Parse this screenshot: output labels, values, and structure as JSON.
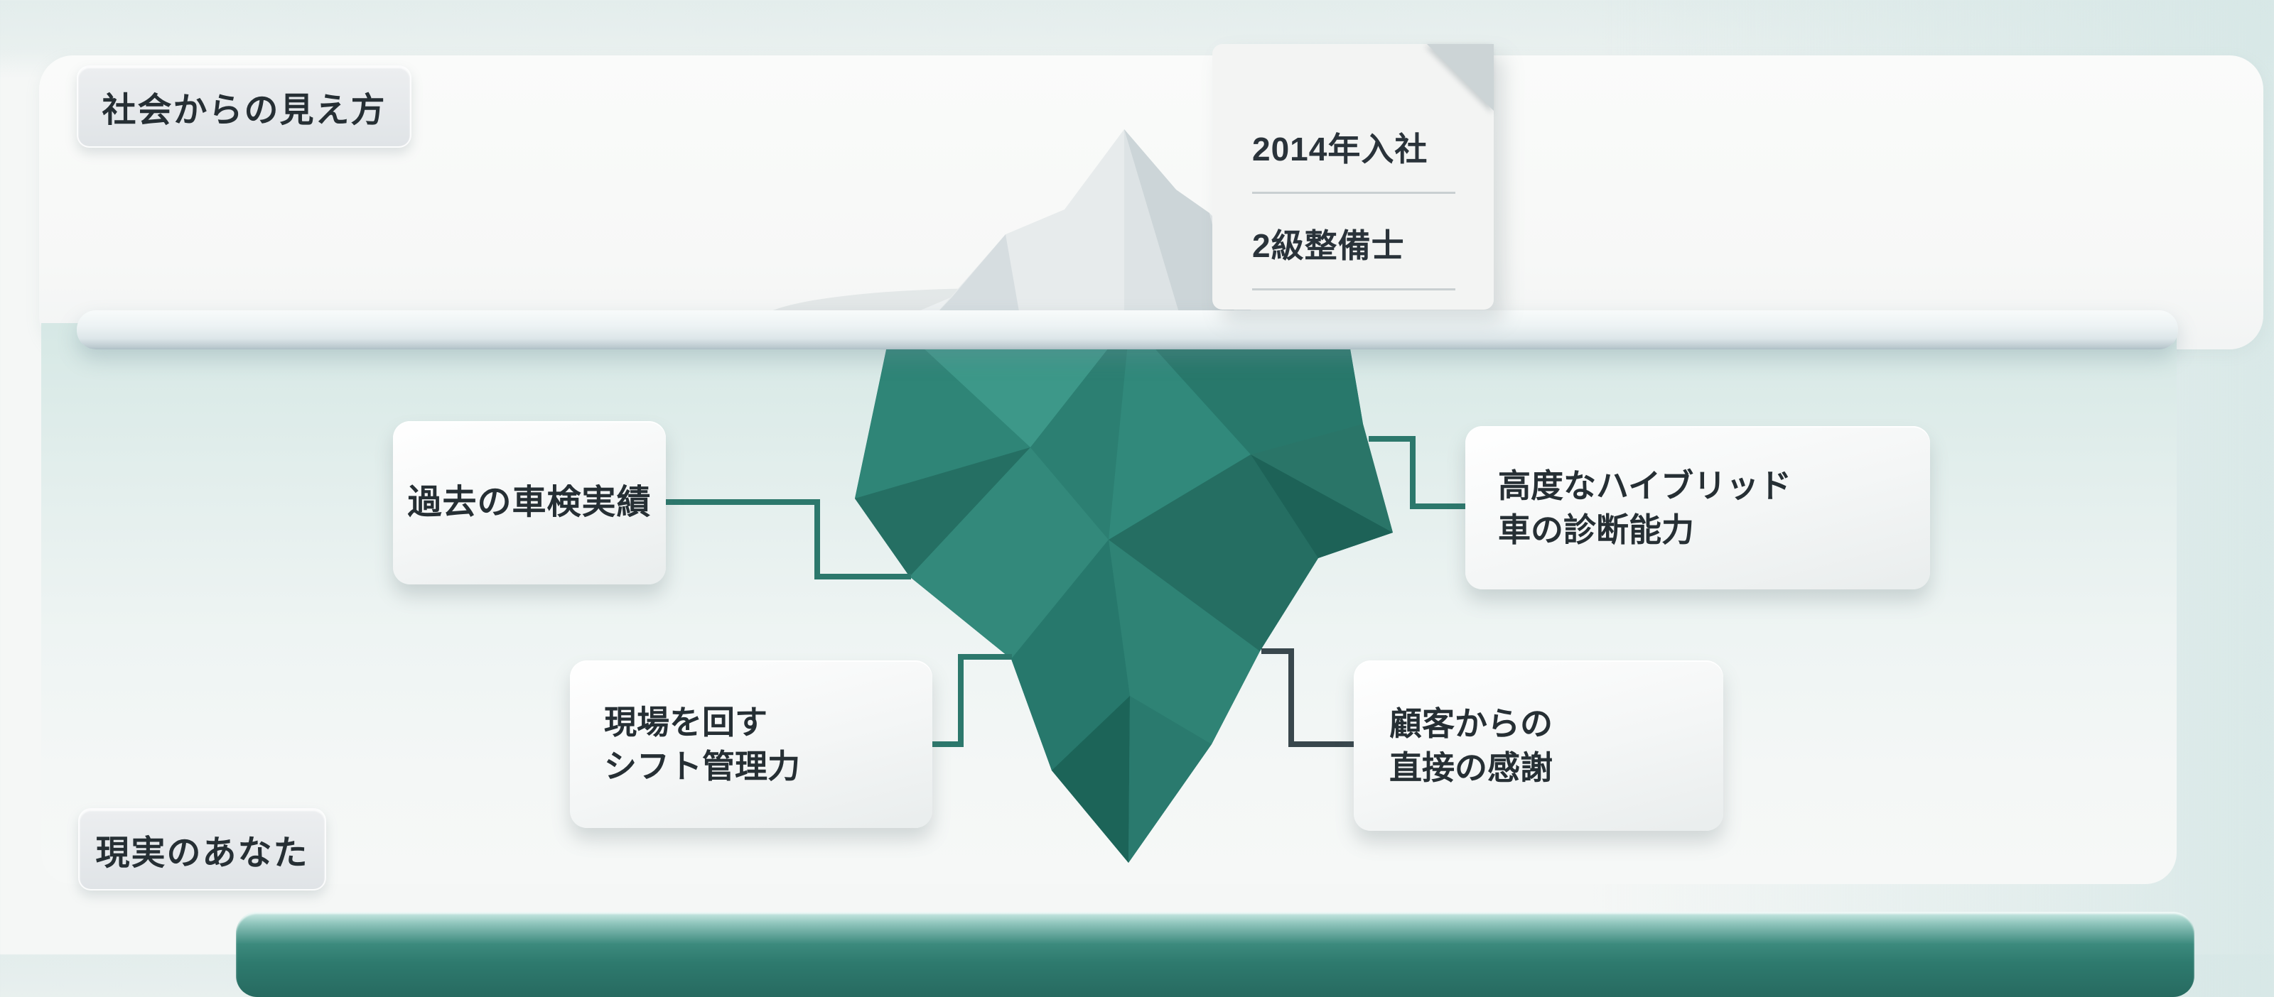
{
  "labels": {
    "surface": "社会からの見え方",
    "reality": "現実のあなた"
  },
  "note_card": {
    "line1": "2014年入社",
    "line2": "2級整備士"
  },
  "callouts": {
    "past_inspections": "過去の車検実績",
    "hybrid_line1": "高度なハイブリッド",
    "hybrid_line2": "車の診断能力",
    "shift_line1": "現場を回す",
    "shift_line2": "シフト管理力",
    "gratitude_line1": "顧客からの",
    "gratitude_line2": "直接の感謝"
  },
  "colors": {
    "iceberg_teal": "#2c7f72",
    "iceberg_teal_dark": "#1c6458",
    "iceberg_ice": "#e3e8ea",
    "connector_teal": "#2c786c",
    "connector_dark": "#39474d",
    "waterline_gray": "#dde6e9",
    "underwater_tint": "#d6e8e5",
    "banner_teal": "#2e7a6e"
  }
}
